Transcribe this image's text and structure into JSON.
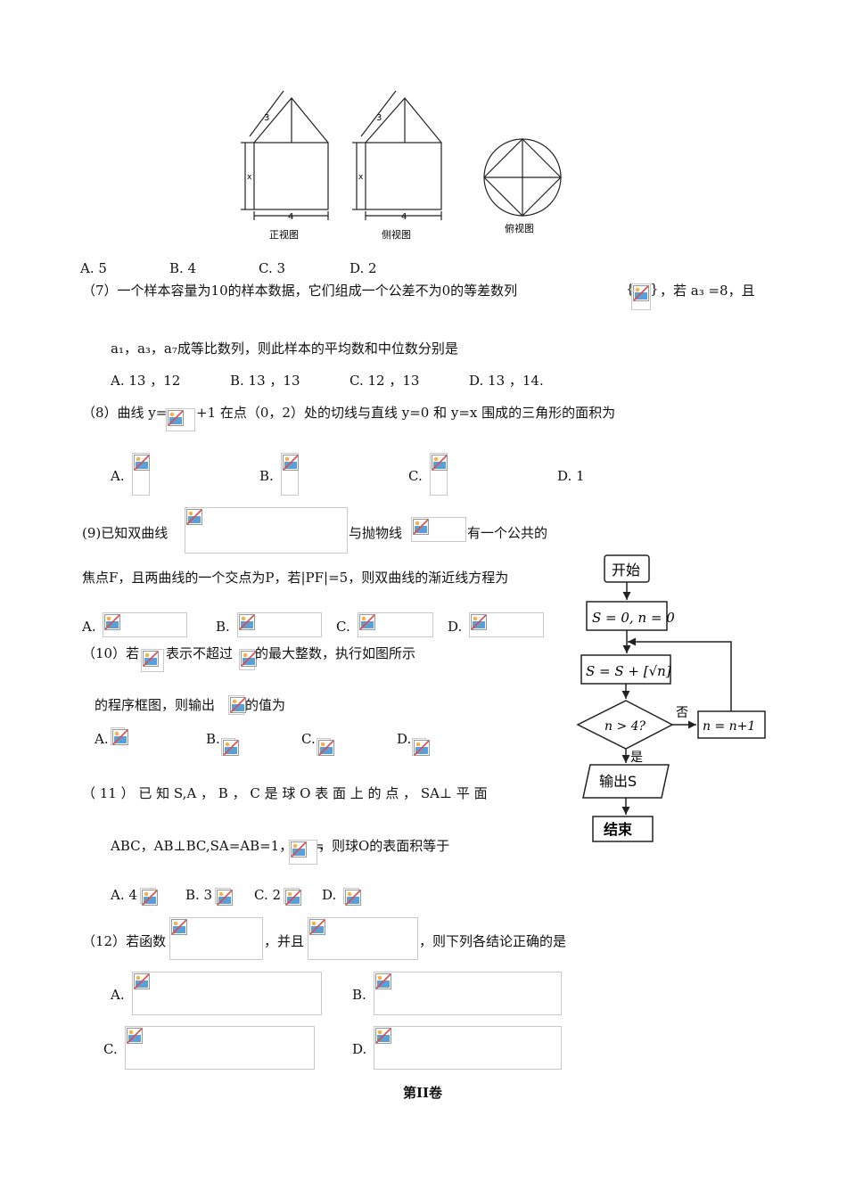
{
  "figure3v": {
    "front_caption": "正视图",
    "side_caption": "侧视图",
    "top_caption": "俯视图",
    "slant_label": "3",
    "height_label": "x",
    "width_label": "4"
  },
  "q6_options": [
    "A. 5",
    "B. 4",
    "C. 3",
    "D. 2"
  ],
  "q7": {
    "line1": "（7）一个样本容量为10的样本数据，它们组成一个公差不为0的等差数列",
    "line1_tail": "，若 a₃ =8，且",
    "line2": "a₁，a₃，a₇成等比数列，则此样本的平均数和中位数分别是",
    "options": [
      "A. 13 ，12",
      "B. 13 ，13",
      "C. 12 ，13",
      "D. 13 ，14."
    ]
  },
  "q8": {
    "pre": "（8）曲线 y=",
    "post": "+1 在点（0，2）处的切线与直线 y=0 和 y=x 围成的三角形的面积为",
    "options": [
      "A.",
      "B.",
      "C.",
      "D. 1"
    ]
  },
  "q9": {
    "pre": "(9)已知双曲线",
    "mid": "与抛物线",
    "post": "有一个公共的",
    "line2": "焦点F，且两曲线的一个交点为P，若|PF|=5，则双曲线的渐近线方程为",
    "options": [
      "A.",
      "B.",
      "C.",
      "D."
    ]
  },
  "q10": {
    "pre": "（10）若",
    "mid": "表示不超过",
    "post": "的最大整数，执行如图所示",
    "line2_pre": "的程序框图，则输出",
    "line2_post": "的值为",
    "options": [
      "A.",
      "B.",
      "C.",
      "D."
    ]
  },
  "flowchart": {
    "start": "开始",
    "init": "S = 0, n = 0",
    "update": "S = S + [√n]",
    "cond": "n > 4?",
    "no": "否",
    "yes": "是",
    "incr": "n = n+1",
    "output": "输出S",
    "end": "结束"
  },
  "q11": {
    "line1": "（ 11 ）  已 知 S,A ， B ， C 是 球 O 表 面 上 的 点 ， SA⊥ 平 面",
    "line2_pre": "ABC，AB⊥BC,SA=AB=1，BC=",
    "line2_post": "，则球O的表面积等于",
    "options": [
      "A. 4",
      "B. 3",
      "C. 2",
      "D."
    ]
  },
  "q12": {
    "pre": "（12）若函数",
    "mid": "，并且",
    "post": "，则下列各结论正确的是",
    "options": [
      "A.",
      "B.",
      "C.",
      "D."
    ]
  },
  "section_title": "第II卷"
}
